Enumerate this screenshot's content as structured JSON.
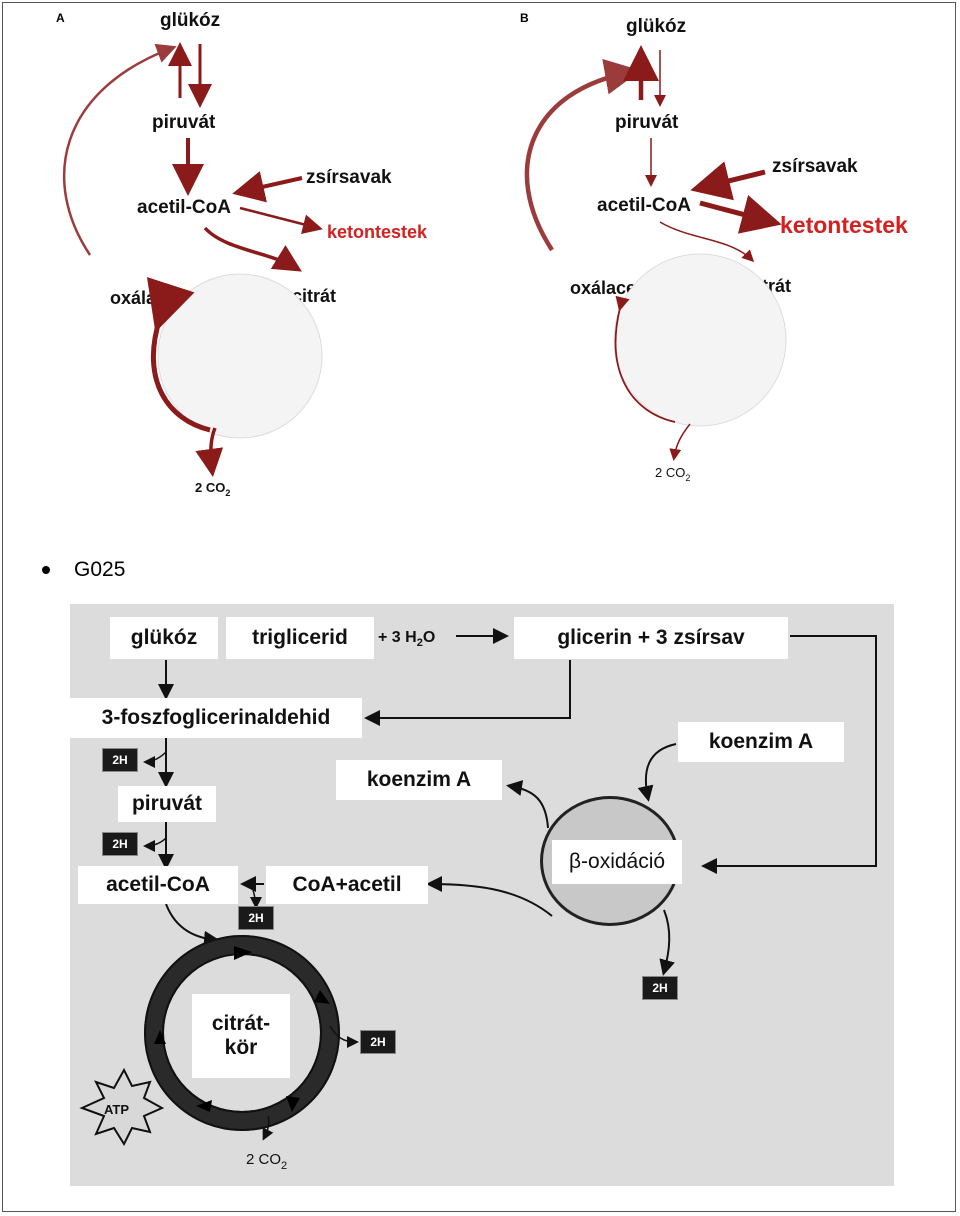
{
  "panel_a": {
    "letter": "A",
    "glucose": "glükóz",
    "pyruvate": "piruvát",
    "acetyl_coa": "acetil-CoA",
    "fatty_acids": "zsírsavak",
    "ketone_bodies": "ketontestek",
    "oxaloacetate": "oxálacetát",
    "citrate": "citrát",
    "co2": "2 CO",
    "co2_sub": "2"
  },
  "panel_b": {
    "letter": "B",
    "glucose": "glükóz",
    "pyruvate": "piruvát",
    "acetyl_coa": "acetil-CoA",
    "fatty_acids": "zsírsavak",
    "ketone_bodies": "ketontestek",
    "oxaloacetate": "oxálacetát",
    "citrate": "citrát",
    "co2": "2 CO",
    "co2_sub": "2"
  },
  "bullet": {
    "text": "G025"
  },
  "bottom": {
    "glucose": "glükóz",
    "triglyceride": "triglicerid",
    "water_prefix": "+ 3 H",
    "water_sub": "2",
    "water_suffix": "O",
    "glycerin": "glicerin + 3 zsírsav",
    "phosphoglyceraldehyde": "3-foszfoglicerinaldehid",
    "coenzyme_a_right": "koenzim A",
    "coenzyme_a_left": "koenzim A",
    "pyruvate": "piruvát",
    "beta_oxidation": "β-oxidáció",
    "acetyl_coa": "acetil-CoA",
    "coa_acetyl": "CoA+acetil",
    "citrate_cycle_line1": "citrát-",
    "citrate_cycle_line2": "kör",
    "two_h": "2H",
    "atp": "ATP",
    "co2": "2 CO",
    "co2_sub": "2"
  },
  "colors": {
    "arrow_red": "#8b1a1a",
    "ketone_red": "#d42020",
    "panel_gray": "#dcdcdc"
  }
}
